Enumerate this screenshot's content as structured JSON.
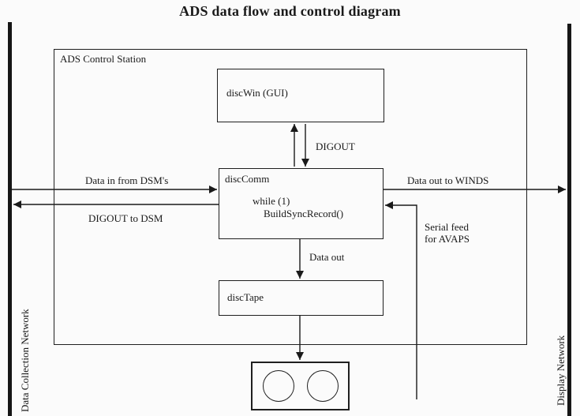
{
  "title": "ADS data flow and control diagram",
  "station": {
    "label": "ADS Control Station"
  },
  "networks": {
    "left": "Data Collection Network",
    "right": "Display Network"
  },
  "nodes": {
    "discwin": {
      "label": "discWin (GUI)"
    },
    "disccomm": {
      "label": "discComm",
      "body_line1": "while (1)",
      "body_line2": "BuildSyncRecord()"
    },
    "disctape": {
      "label": "discTape"
    }
  },
  "edges": {
    "digout_gui": {
      "label": "DIGOUT"
    },
    "data_in_dsm": {
      "label": "Data in from DSM's"
    },
    "digout_dsm": {
      "label": "DIGOUT to DSM"
    },
    "data_out_winds": {
      "label": "Data out to WINDS"
    },
    "serial_feed": {
      "label_line1": "Serial feed",
      "label_line2": "for AVAPS"
    },
    "data_out_tape": {
      "label": "Data out"
    }
  },
  "colors": {
    "ink": "#1a1a1a",
    "paper": "#fbfbfb"
  }
}
